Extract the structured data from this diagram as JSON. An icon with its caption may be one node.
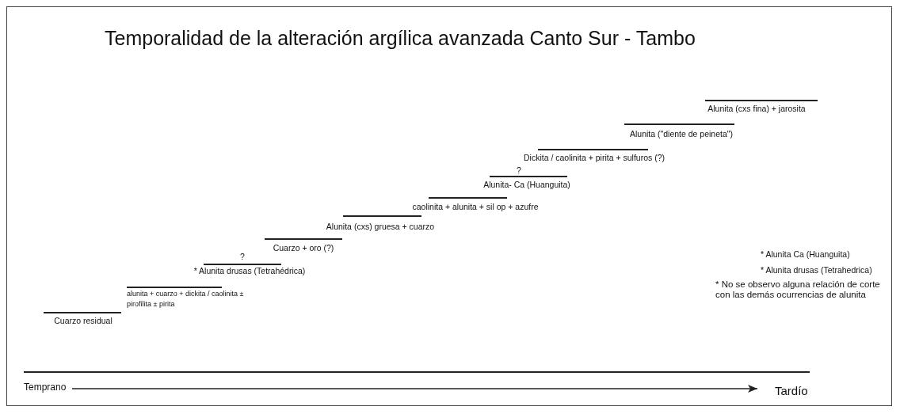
{
  "diagram": {
    "title": "Temporalidad de la alteración argílica avanzada Canto Sur - Tambo",
    "nodes": [
      {
        "text": [
          "Temprano"
        ]
      },
      {
        "text": [
          "Tardío"
        ]
      }
    ],
    "edges": [
      {
        "from": 0,
        "to": 1,
        "arrow": "to"
      }
    ],
    "labels": [
      "Alunita (cxs fina) + jarosita",
      "Alunita (\"diente de peineta\")",
      "Dickita / caolinita + pirita + sulfuros (?)",
      "?",
      "Alunita- Ca (Huanguita)",
      "caolinita + alunita + sil op + azufre",
      "Alunita (cxs) gruesa + cuarzo",
      "Cuarzo + oro (?)",
      "?",
      "* Alunita drusas (Tetrahédrica)",
      "alunita + cuarzo + dickita / caolinita ± pirofilita ± pirita",
      "Cuarzo residual",
      "* Alunita Ca (Huanguita)",
      "* Alunita drusas (Tetrahedrica)",
      "* No se observo alguna relación de corte con las demás ocurrencias de alunita"
    ]
  }
}
